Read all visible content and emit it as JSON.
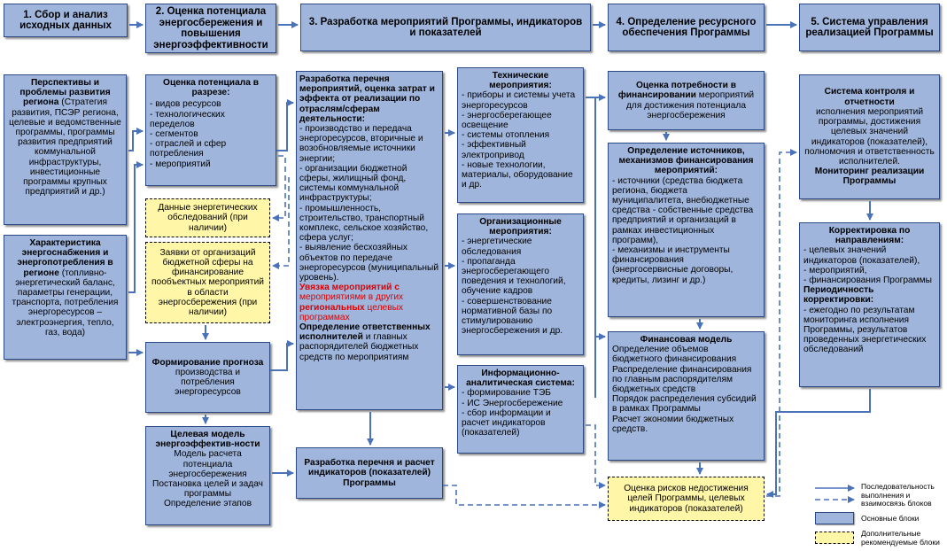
{
  "stages": [
    "1. Сбор и анализ исходных данных",
    "2. Оценка потенциала энергосбережения и повышения энергоэффективности",
    "3. Разработка мероприятий Программы, индикаторов и показателей",
    "4. Определение ресурсного обеспечения Программы",
    "5. Система управления реализацией Программы"
  ],
  "col1": {
    "prospects": {
      "title": "Перспективы и проблемы развития региона",
      "text": " (Стратегия развития, ПСЭР региона, целевые и ведомственные программы, программы развития предприятий коммунальной инфраструктуры, инвестиционные программы крупных предприятий и др.)"
    },
    "characteristic": {
      "title": "Характеристика энергоснабжения и энергопотребления в регионе",
      "text": " (топливно-энергетический баланс, параметры генерации, транспорта, потребления энергоресурсов – электроэнергия, тепло, газ, вода)"
    }
  },
  "col2": {
    "potential": {
      "title": "Оценка потенциала в разрезе:",
      "items": [
        "- видов ресурсов",
        "- технологических переделов",
        "- сегментов",
        "- отраслей и сфер потребления",
        "- мероприятий"
      ]
    },
    "energy_audit": "Данные энергетических обследований (при наличии)",
    "applications": "Заявки от организаций бюджетной сферы на финансирование пообъектных мероприятий в области энергосбережения (при наличии)",
    "forecast": {
      "title": "Формирование прогноза",
      "text": "производства и потребления энергоресурсов"
    },
    "target_model": {
      "title": "Целевая модель энергоэффектив-ности",
      "lines": [
        "Модель расчета потенциала энергосбережения",
        "Постановка целей и задач программы",
        "Определение этапов"
      ]
    }
  },
  "col3": {
    "main": {
      "title": "Разработка перечня мероприятий, оценка затрат и эффекта от реализации по отраслям/сферам деятельности:",
      "items": [
        "- производство и передача энергоресурсов, вторичные и возобновляемые источники энергии;",
        "- организации бюджетной сферы, жилищный фонд, системы коммунальной инфраструктуры;",
        "- промышленность, строительство, транспортный комплекс, сельское хозяйство, сфера услуг;",
        "- выявление бесхозяйных объектов по передаче энергоресурсов (муниципальный уровень)."
      ],
      "link_bold_1": "Увязка мероприятий с",
      "link_normal_1": " мероприятиями в других ",
      "link_bold_2": "региональных",
      "link_normal_2": " целевых программах",
      "resp_title": "Определение ответственных исполнителей",
      "resp_text": " и главных распорядителей бюджетных средств по мероприятиям"
    },
    "indicators": "Разработка перечня и расчет индикаторов (показателей) Программы"
  },
  "col3b": {
    "technical": {
      "title": "Технические мероприятия:",
      "items": [
        "- приборы и системы учета энергоресурсов",
        "- энергосберегающее освещение",
        "- системы отопления",
        "- эффективный электропривод",
        "- новые технологии, материалы, оборудование и др."
      ]
    },
    "organizational": {
      "title": "Организационные мероприятия:",
      "items": [
        "- энергетические обследования",
        "- пропаганда энергосберегающего поведения и технологий, обучение кадров",
        "- совершенствование нормативной базы по стимулированию энергосбережения и др."
      ]
    },
    "info_system": {
      "title": "Информационно-аналитическая система:",
      "items": [
        "- формирование ТЭБ",
        "- ИС Энергосбережение",
        "- сбор информации и расчет индикаторов (показателей)"
      ]
    }
  },
  "col4": {
    "need": {
      "title": "Оценка потребности в финансировании",
      "text": " мероприятий для достижения потенциала энергосбережения"
    },
    "sources": {
      "title": "Определение источников, механизмов финансирования мероприятий:",
      "items": [
        "- источники (средства бюджета региона, бюджета муниципалитета, внебюджетные средства - собственные средства предприятий и организаций в рамках инвестиционных программ),",
        "- механизмы и инструменты финансирования (энергосервисные договоры, кредиты, лизинг и др.)"
      ]
    },
    "financial": {
      "title": "Финансовая модель",
      "lines": [
        "Определение объемов бюджетного финансирования",
        "Распределение финансирования по главным распорядителям бюджетных средств",
        "Порядок распределения субсидий в рамках Программы",
        "Расчет экономии бюджетных средств."
      ]
    },
    "risk": "Оценка рисков недостижения целей Программы, целевых индикаторов (показателей)"
  },
  "col5": {
    "control": {
      "title": "Система контроля и отчетности",
      "text": "исполнения мероприятий программы, достижения целевых значений индикаторов (показателей), полномочия и ответственность исполнителей.",
      "monitoring": "Мониторинг реализации Программы"
    },
    "correction": {
      "title": "Корректировка по направлениям:",
      "items": [
        "- целевых значений индикаторов (показателей),",
        "- мероприятий,",
        "- финансирования  Программы"
      ],
      "period_title": "Периодичность корректировки:",
      "period_items": [
        "- ежегодно по результатам мониторинга исполнения Программы, результатов проведенных энергетических обследований"
      ]
    }
  },
  "legend": {
    "sequence": "Последовательность выполнения и взаимосвязь  блоков",
    "main_blocks": "Основные блоки",
    "extra_blocks": "Дополнительные рекомендуемые блоки"
  },
  "colors": {
    "block": "#9fb5dc",
    "border": "#2b4a85",
    "arrow": "#4a72b8",
    "extra": "#fff6a8",
    "accent": "#e00000"
  }
}
